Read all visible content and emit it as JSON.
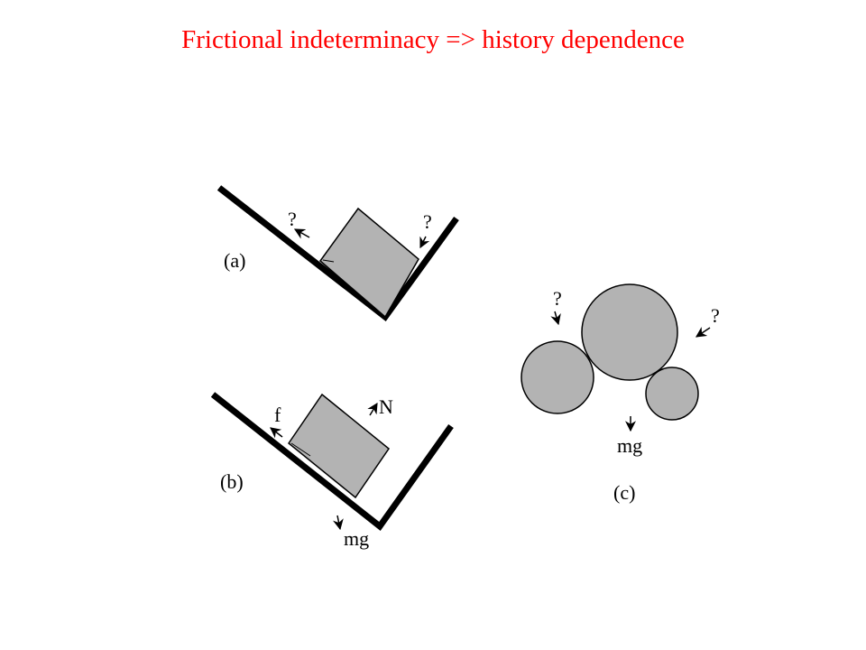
{
  "title": "Frictional indeterminacy => history dependence",
  "colors": {
    "title": "#ff0000",
    "fill": "#b3b3b3",
    "stroke": "#000000"
  },
  "panel_a": {
    "label": "(a)",
    "q_left": "?",
    "q_right": "?"
  },
  "panel_b": {
    "label": "(b)",
    "f": "f",
    "N": "N",
    "mg": "mg"
  },
  "panel_c": {
    "label": "(c)",
    "q_left": "?",
    "q_right": "?",
    "mg": "mg"
  }
}
